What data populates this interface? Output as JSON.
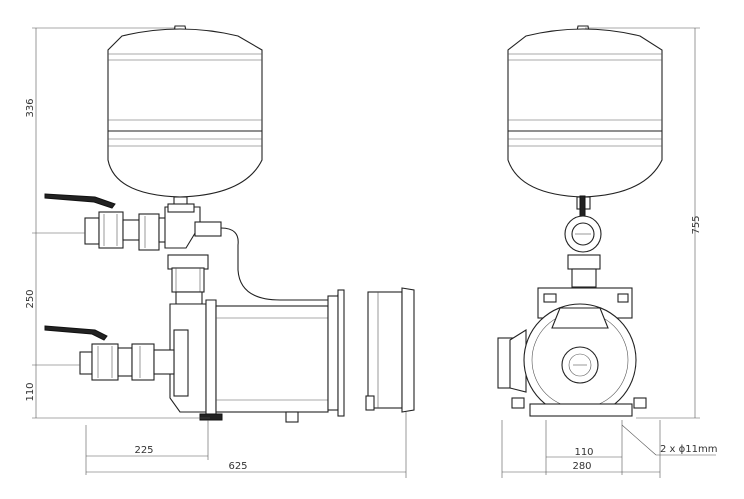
{
  "drawing": {
    "dimensions": {
      "height_tank": "336",
      "height_mid": "250",
      "height_bottom": "110",
      "width_inlet": "225",
      "width_total_side": "625",
      "height_total": "755",
      "width_holes": "110",
      "width_total_front": "280",
      "holes_note": "2 x ϕ11mm"
    }
  }
}
